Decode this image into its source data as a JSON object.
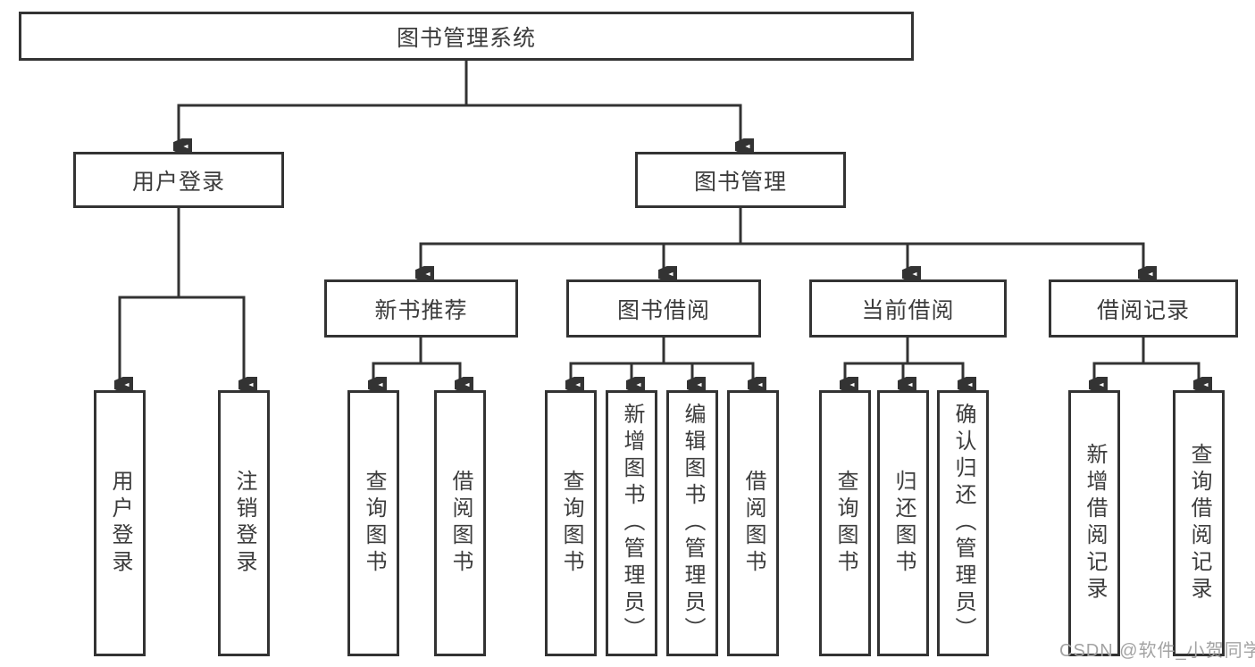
{
  "diagram": {
    "root": {
      "label": "图书管理系统"
    },
    "level2": {
      "user_login": {
        "label": "用户登录",
        "children": [
          {
            "label": "用户登录"
          },
          {
            "label": "注销登录"
          }
        ]
      },
      "book_management": {
        "label": "图书管理",
        "children": {
          "new_book_recommend": {
            "label": "新书推荐",
            "children": [
              {
                "label": "查询图书"
              },
              {
                "label": "借阅图书"
              }
            ]
          },
          "book_borrow": {
            "label": "图书借阅",
            "children": [
              {
                "label": "查询图书"
              },
              {
                "label": "新增图书（管理员）"
              },
              {
                "label": "编辑图书（管理员）"
              },
              {
                "label": "借阅图书"
              }
            ]
          },
          "current_borrow": {
            "label": "当前借阅",
            "children": [
              {
                "label": "查询图书"
              },
              {
                "label": "归还图书"
              },
              {
                "label": "确认归还（管理员）"
              }
            ]
          },
          "borrow_records": {
            "label": "借阅记录",
            "children": [
              {
                "label": "新增借阅记录"
              },
              {
                "label": "查询借阅记录"
              }
            ]
          }
        }
      }
    }
  },
  "watermark": {
    "text": "CSDN @软件_小贺同学"
  },
  "colors": {
    "line": "#333333",
    "text": "#3c3c3c",
    "watermark": "#a3a3a3",
    "background": "#ffffff"
  }
}
